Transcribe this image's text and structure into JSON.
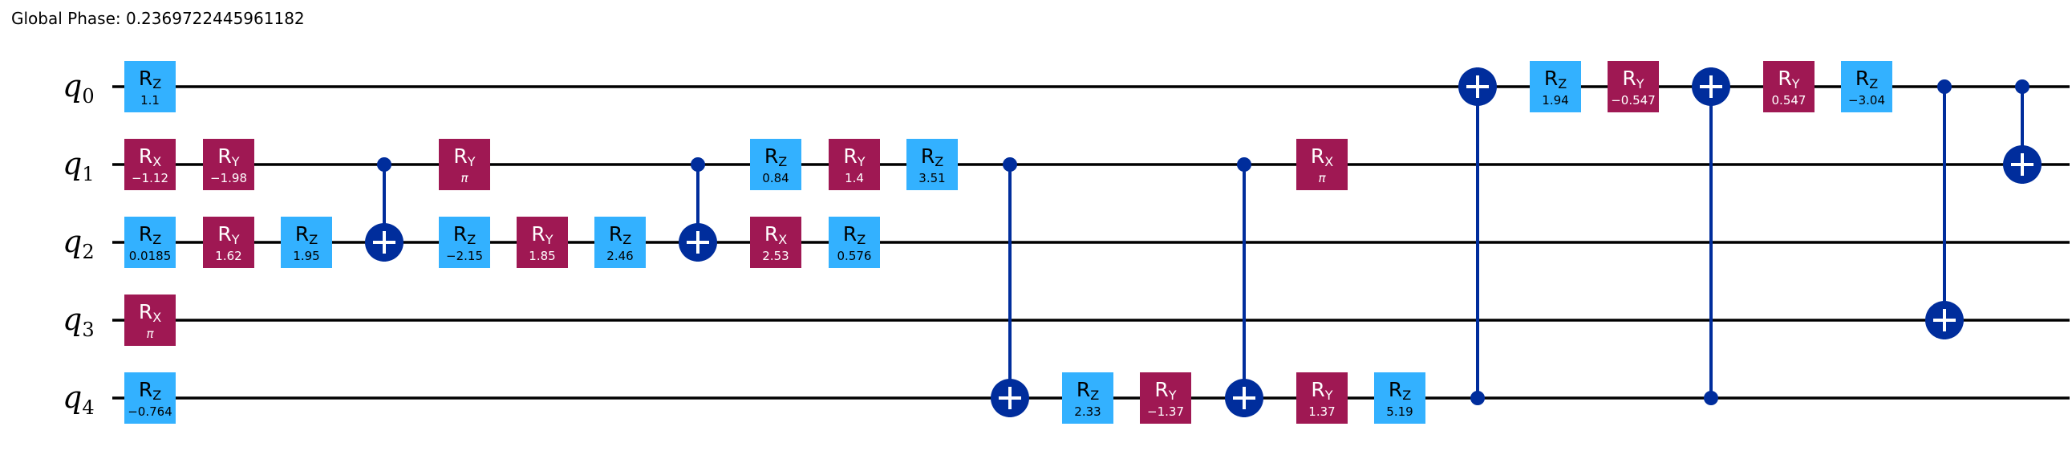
{
  "header": {
    "global_phase": "Global Phase: 0.2369722445961182"
  },
  "colors": {
    "rz": "#33b1ff",
    "rxry": "#9f1853",
    "cx": "#002d9c",
    "wire": "#000000"
  },
  "qubits": [
    {
      "name": "q",
      "sub": "0"
    },
    {
      "name": "q",
      "sub": "1"
    },
    {
      "name": "q",
      "sub": "2"
    },
    {
      "name": "q",
      "sub": "3"
    },
    {
      "name": "q",
      "sub": "4"
    }
  ],
  "gates": [
    {
      "col": 0,
      "q": 0,
      "type": "Z",
      "param": "1.1"
    },
    {
      "col": 0,
      "q": 1,
      "type": "X",
      "param": "−1.12"
    },
    {
      "col": 0,
      "q": 2,
      "type": "Z",
      "param": "0.0185"
    },
    {
      "col": 0,
      "q": 3,
      "type": "X",
      "param": "π",
      "italic": true
    },
    {
      "col": 0,
      "q": 4,
      "type": "Z",
      "param": "−0.764"
    },
    {
      "col": 1,
      "q": 1,
      "type": "Y",
      "param": "−1.98"
    },
    {
      "col": 1,
      "q": 2,
      "type": "Y",
      "param": "1.62"
    },
    {
      "col": 2,
      "q": 2,
      "type": "Z",
      "param": "1.95"
    },
    {
      "col": 4,
      "q": 1,
      "type": "Y",
      "param": "π",
      "italic": true
    },
    {
      "col": 4,
      "q": 2,
      "type": "Z",
      "param": "−2.15"
    },
    {
      "col": 5,
      "q": 2,
      "type": "Y",
      "param": "1.85"
    },
    {
      "col": 6,
      "q": 2,
      "type": "Z",
      "param": "2.46"
    },
    {
      "col": 8,
      "q": 1,
      "type": "Z",
      "param": "0.84"
    },
    {
      "col": 8,
      "q": 2,
      "type": "X",
      "param": "2.53"
    },
    {
      "col": 9,
      "q": 1,
      "type": "Y",
      "param": "1.4"
    },
    {
      "col": 9,
      "q": 2,
      "type": "Z",
      "param": "0.576"
    },
    {
      "col": 10,
      "q": 1,
      "type": "Z",
      "param": "3.51"
    },
    {
      "col": 12,
      "q": 4,
      "type": "Z",
      "param": "2.33"
    },
    {
      "col": 13,
      "q": 4,
      "type": "Y",
      "param": "−1.37"
    },
    {
      "col": 15,
      "q": 1,
      "type": "X",
      "param": "π",
      "italic": true
    },
    {
      "col": 15,
      "q": 4,
      "type": "Y",
      "param": "1.37"
    },
    {
      "col": 16,
      "q": 4,
      "type": "Z",
      "param": "5.19"
    },
    {
      "col": 18,
      "q": 0,
      "type": "Z",
      "param": "1.94"
    },
    {
      "col": 19,
      "q": 0,
      "type": "Y",
      "param": "−0.547"
    },
    {
      "col": 21,
      "q": 0,
      "type": "Y",
      "param": "0.547"
    },
    {
      "col": 22,
      "q": 0,
      "type": "Z",
      "param": "−3.04"
    }
  ],
  "cnots": [
    {
      "col": 3,
      "control": 1,
      "target": 2
    },
    {
      "col": 7,
      "control": 1,
      "target": 2
    },
    {
      "col": 11,
      "control": 1,
      "target": 4
    },
    {
      "col": 14,
      "control": 1,
      "target": 4
    },
    {
      "col": 17,
      "control": 4,
      "target": 0
    },
    {
      "col": 20,
      "control": 4,
      "target": 0
    },
    {
      "col": 23,
      "control": 0,
      "target": 3
    },
    {
      "col": 24,
      "control": 0,
      "target": 1
    }
  ]
}
